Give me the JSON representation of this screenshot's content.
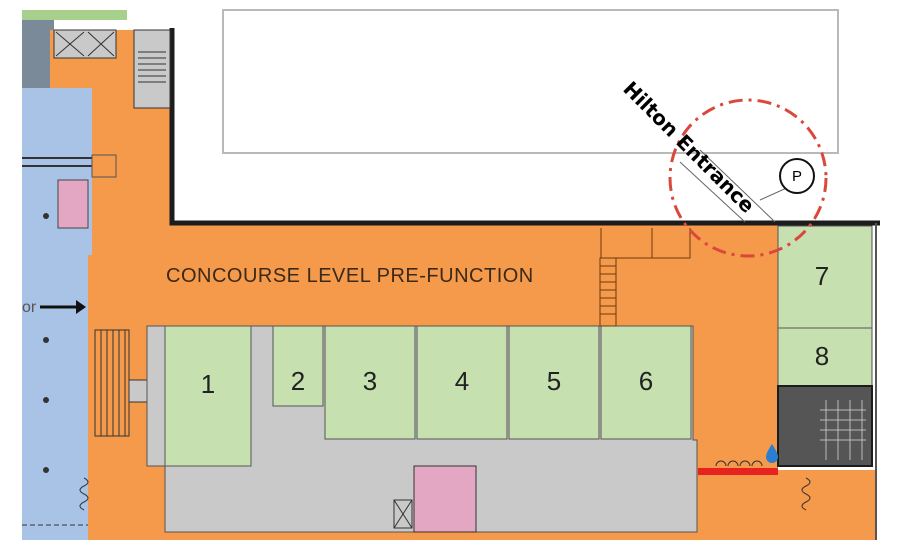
{
  "map": {
    "concourse_label": "CONCOURSE LEVEL PRE-FUNCTION",
    "entrance_label": "Hilton Entrance",
    "parking_symbol": "P",
    "edge_fragment": "or",
    "rooms": [
      {
        "id": "room-1",
        "label": "1"
      },
      {
        "id": "room-2",
        "label": "2"
      },
      {
        "id": "room-3",
        "label": "3"
      },
      {
        "id": "room-4",
        "label": "4"
      },
      {
        "id": "room-5",
        "label": "5"
      },
      {
        "id": "room-6",
        "label": "6"
      },
      {
        "id": "room-7",
        "label": "7"
      },
      {
        "id": "room-8",
        "label": "8"
      }
    ],
    "colors": {
      "prefunction": "#f5994a",
      "meeting_room": "#c6e0b0",
      "service": "#c9c9c9",
      "adjacent_hall": "#a9c3e6",
      "restroom_pink": "#e3a7c3",
      "wall": "#1c1c1c",
      "entrance_ring": "#d9483a",
      "highlight": "#e8231f",
      "water": "#2a7fd1"
    }
  }
}
